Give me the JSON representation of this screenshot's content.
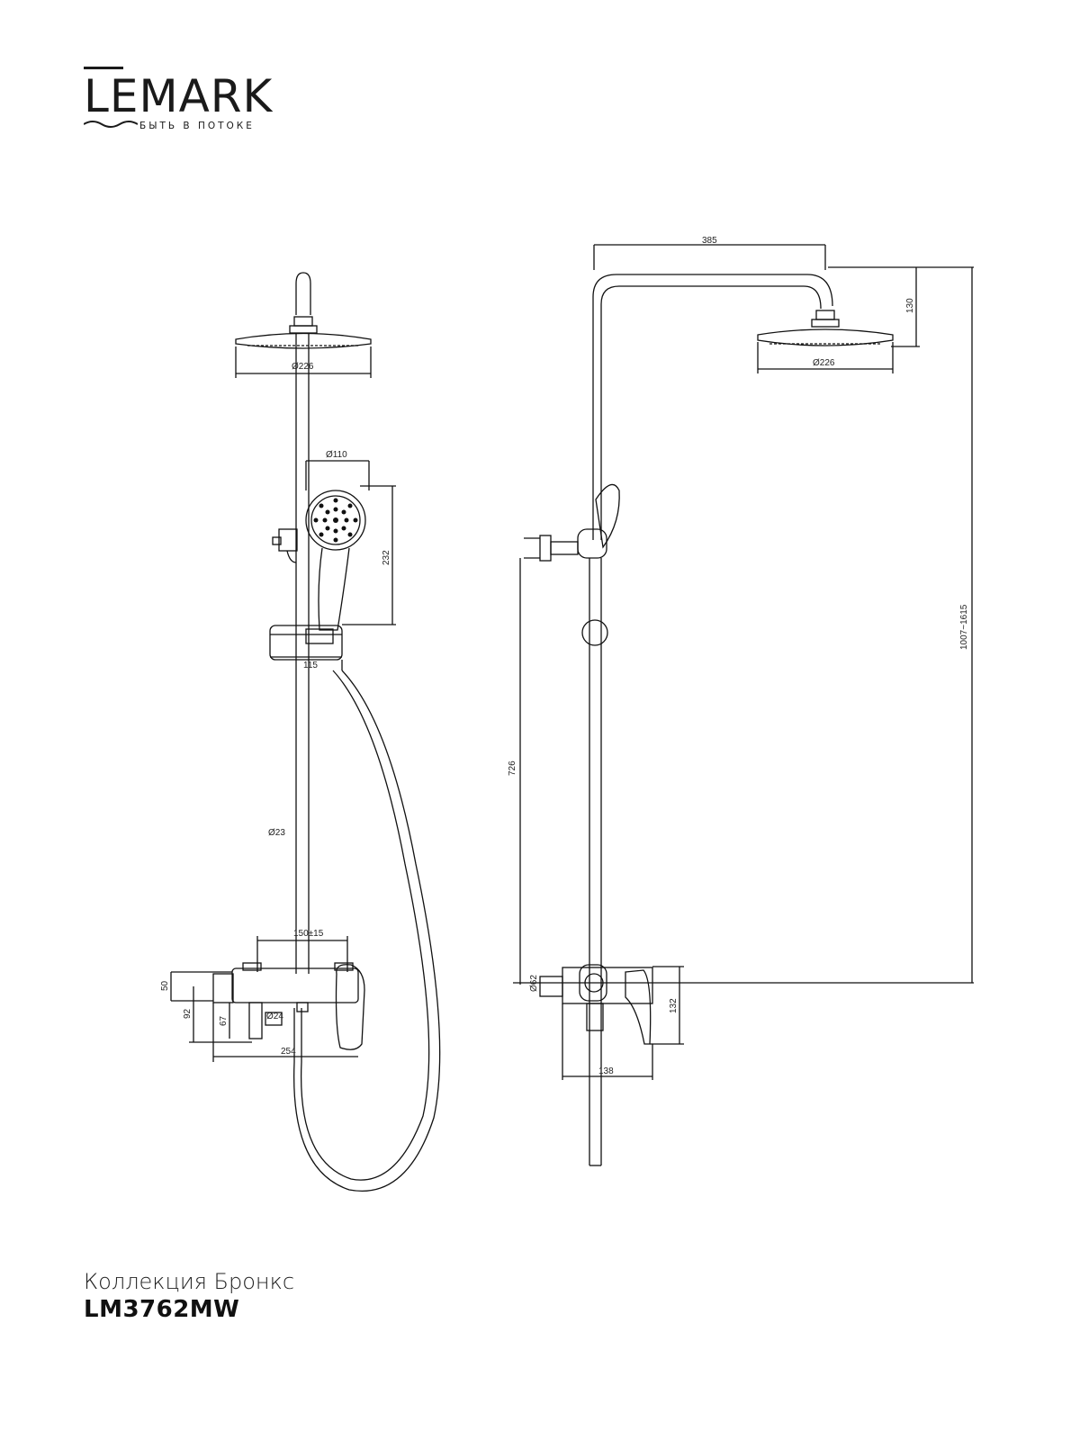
{
  "brand": {
    "name": "LEMARK",
    "tagline": "БЫТЬ В ПОТОКЕ"
  },
  "product": {
    "collection": "Коллекция Бронкс",
    "model": "LM3762MW"
  },
  "dimensions": {
    "front": {
      "head_diameter": "Ø226",
      "hand_diameter": "Ø110",
      "hand_length": "232",
      "holder_offset": "115",
      "rod_diameter": "Ø23",
      "mixer_spacing": "150±15",
      "mixer_height": "50",
      "outlet_drop": "92",
      "outlet_len": "67",
      "outlet_diameter": "Ø24",
      "mixer_width": "254"
    },
    "side": {
      "arm_reach": "385",
      "arm_drop": "130",
      "head_diameter": "Ø226",
      "total_height": "1007~1615",
      "bracket_height": "726",
      "body_diameter": "Ø62",
      "lever_height": "132",
      "mixer_depth": "138"
    }
  }
}
